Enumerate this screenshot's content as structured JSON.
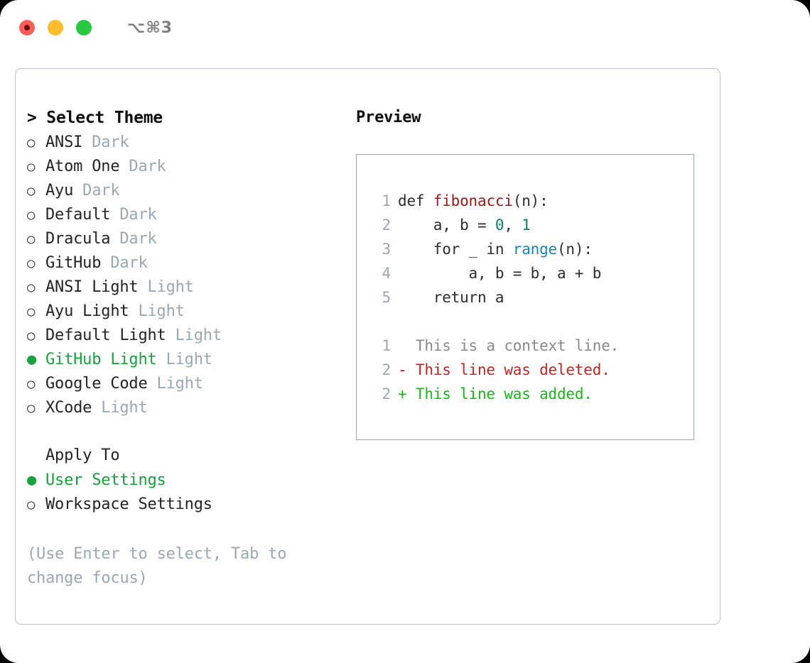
{
  "window": {
    "shortcut_label": "⌥⌘3",
    "traffic_lights": [
      {
        "name": "close",
        "color": "#ff5f57"
      },
      {
        "name": "minimize",
        "color": "#ffbd2e"
      },
      {
        "name": "maximize",
        "color": "#28c840"
      }
    ]
  },
  "theme_picker": {
    "header_prefix": "> ",
    "header_label": "Select Theme",
    "marker_selected": "●",
    "marker_unselected": "○",
    "items": [
      {
        "label": "ANSI",
        "suffix": " Dark",
        "selected": false
      },
      {
        "label": "Atom One",
        "suffix": " Dark",
        "selected": false
      },
      {
        "label": "Ayu",
        "suffix": " Dark",
        "selected": false
      },
      {
        "label": "Default",
        "suffix": " Dark",
        "selected": false
      },
      {
        "label": "Dracula",
        "suffix": " Dark",
        "selected": false
      },
      {
        "label": "GitHub",
        "suffix": " Dark",
        "selected": false
      },
      {
        "label": "ANSI Light",
        "suffix": " Light",
        "selected": false
      },
      {
        "label": "Ayu Light",
        "suffix": " Light",
        "selected": false
      },
      {
        "label": "Default Light",
        "suffix": " Light",
        "selected": false
      },
      {
        "label": "GitHub Light",
        "suffix": " Light",
        "selected": true
      },
      {
        "label": "Google Code",
        "suffix": " Light",
        "selected": false
      },
      {
        "label": "XCode",
        "suffix": " Light",
        "selected": false
      }
    ]
  },
  "apply_to": {
    "group_label": "Apply To",
    "items": [
      {
        "label": "User Settings",
        "selected": true
      },
      {
        "label": "Workspace Settings",
        "selected": false
      }
    ]
  },
  "help": {
    "text": "(Use Enter to select, Tab to change focus)"
  },
  "preview": {
    "title": "Preview",
    "code_lines": [
      {
        "no": "1",
        "tokens": [
          {
            "t": "def ",
            "k": "plain"
          },
          {
            "t": "fibonacci",
            "k": "fn"
          },
          {
            "t": "(n):",
            "k": "plain"
          }
        ]
      },
      {
        "no": "2",
        "tokens": [
          {
            "t": "    a, b = ",
            "k": "plain"
          },
          {
            "t": "0",
            "k": "num"
          },
          {
            "t": ", ",
            "k": "plain"
          },
          {
            "t": "1",
            "k": "num"
          }
        ]
      },
      {
        "no": "3",
        "tokens": [
          {
            "t": "    for _ in ",
            "k": "plain"
          },
          {
            "t": "range",
            "k": "call"
          },
          {
            "t": "(n):",
            "k": "plain"
          }
        ]
      },
      {
        "no": "4",
        "tokens": [
          {
            "t": "        a, b = b, a + b",
            "k": "plain"
          }
        ]
      },
      {
        "no": "5",
        "tokens": [
          {
            "t": "    return a",
            "k": "plain"
          }
        ]
      }
    ],
    "diff_lines": [
      {
        "no": "1",
        "kind": "context",
        "text": "  This is a context line."
      },
      {
        "no": "2",
        "kind": "deleted",
        "text": "- This line was deleted."
      },
      {
        "no": "2",
        "kind": "added",
        "text": "+ This line was added."
      }
    ]
  },
  "colors": {
    "accent_green": "#15a33c",
    "muted": "#9aa7b5",
    "diff_added": "#13bb13",
    "diff_deleted": "#cc1f1f",
    "syntax_function": "#a31515",
    "syntax_number": "#067d78",
    "syntax_call": "#1184c4"
  }
}
